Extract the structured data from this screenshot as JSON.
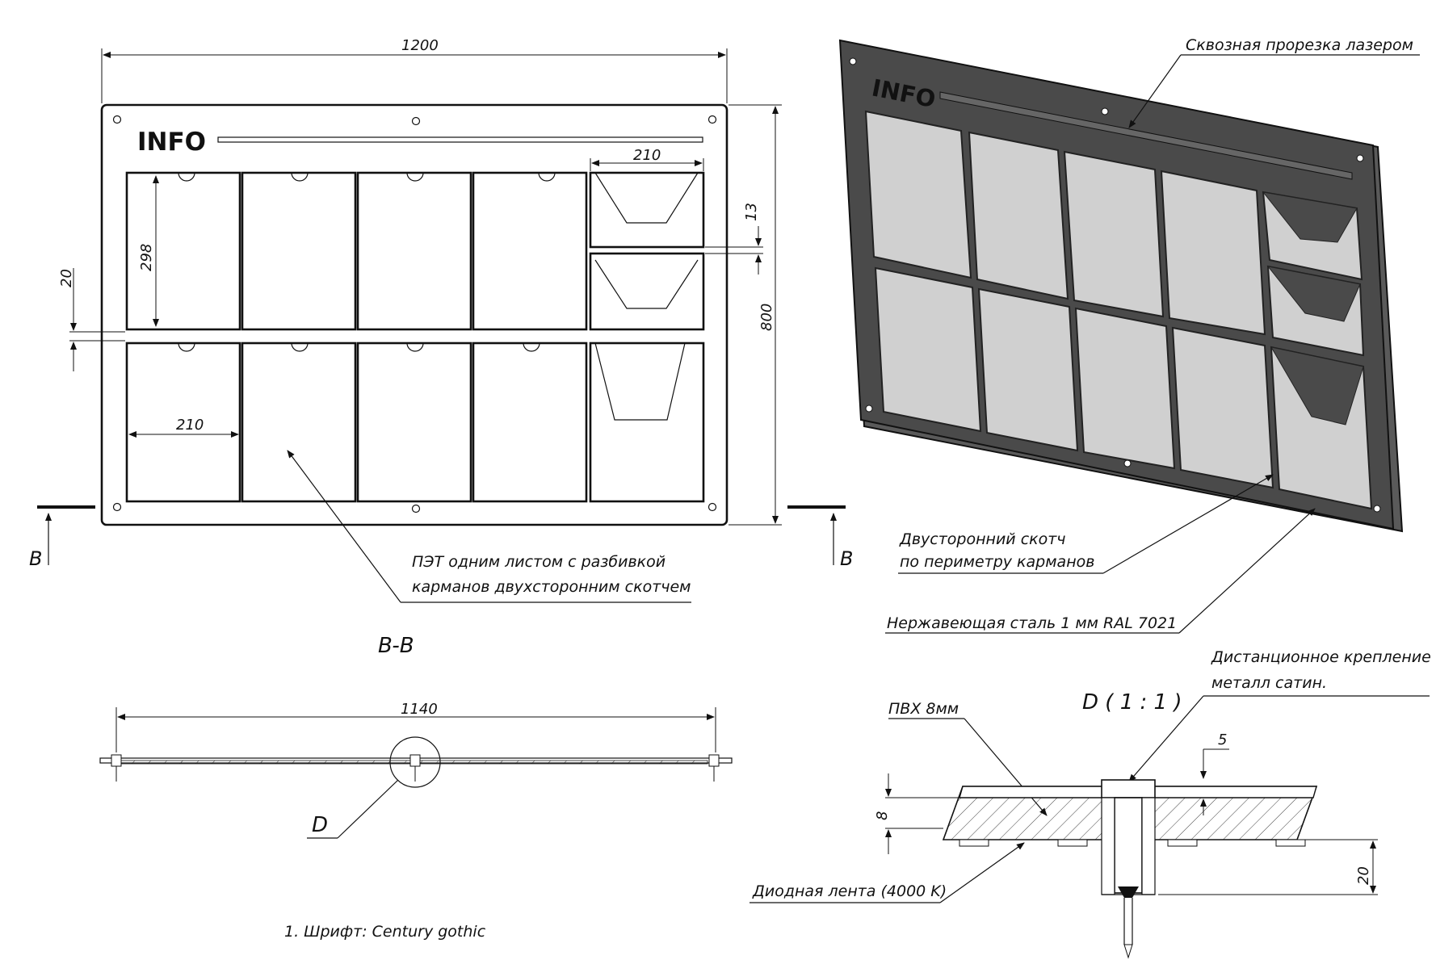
{
  "front_view": {
    "logo_text": "INFO",
    "dims": {
      "total_width": "1200",
      "pocket_width_top": "210",
      "pocket_height": "298",
      "gap": "13",
      "total_height": "800",
      "spacing": "20",
      "pocket_width_bottom": "210"
    },
    "section_mark": "B",
    "note_line1": "ПЭТ одним листом с разбивкой",
    "note_line2": "карманов двухсторонним скотчем"
  },
  "iso_view": {
    "logo_text": "INFO",
    "laser_cut_label": "Сквозная прорезка лазером",
    "tape_label_line1": "Двусторонний скотч",
    "tape_label_line2": "по периметру карманов",
    "steel_label": "Нержавеющая сталь 1 мм RAL  7021"
  },
  "section_view": {
    "title": "B-B",
    "width_dim": "1140",
    "detail_ref": "D"
  },
  "detail_view": {
    "title": "D ( 1 : 1 )",
    "mount_label_line1": "Дистанционное крепление",
    "mount_label_line2": "металл сатин.",
    "pvc_label": "ПВХ 8мм",
    "dim_5": "5",
    "dim_8": "8",
    "dim_20": "20",
    "led_label": "Диодная лента (4000 K)"
  },
  "footnote": "1. Шрифт: Century gothic",
  "colors": {
    "line": "#111111",
    "panel_dark": "#4a4a4a",
    "pocket_fill": "#d0d0d0"
  }
}
